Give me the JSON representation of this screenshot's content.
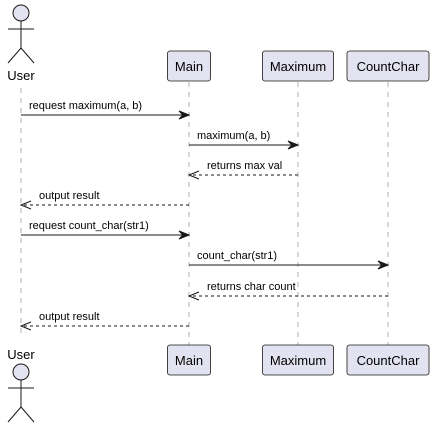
{
  "diagram": {
    "type": "sequence",
    "participants": [
      {
        "id": "user",
        "label": "User",
        "kind": "actor"
      },
      {
        "id": "main",
        "label": "Main",
        "kind": "participant"
      },
      {
        "id": "maximum",
        "label": "Maximum",
        "kind": "participant"
      },
      {
        "id": "countchar",
        "label": "CountChar",
        "kind": "participant"
      }
    ],
    "messages": [
      {
        "from": "user",
        "to": "main",
        "label": "request maximum(a, b)",
        "style": "solid"
      },
      {
        "from": "main",
        "to": "maximum",
        "label": "maximum(a, b)",
        "style": "solid"
      },
      {
        "from": "maximum",
        "to": "main",
        "label": "returns max val",
        "style": "dashed"
      },
      {
        "from": "main",
        "to": "user",
        "label": "output result",
        "style": "dashed"
      },
      {
        "from": "user",
        "to": "main",
        "label": "request count_char(str1)",
        "style": "solid"
      },
      {
        "from": "main",
        "to": "countchar",
        "label": "count_char(str1)",
        "style": "solid"
      },
      {
        "from": "countchar",
        "to": "main",
        "label": "returns char count",
        "style": "dashed"
      },
      {
        "from": "main",
        "to": "user",
        "label": "output result",
        "style": "dashed"
      }
    ],
    "colors": {
      "box_fill": "#e2e2f0",
      "stroke": "#181818",
      "lifeline": "#b0b0b0"
    }
  }
}
